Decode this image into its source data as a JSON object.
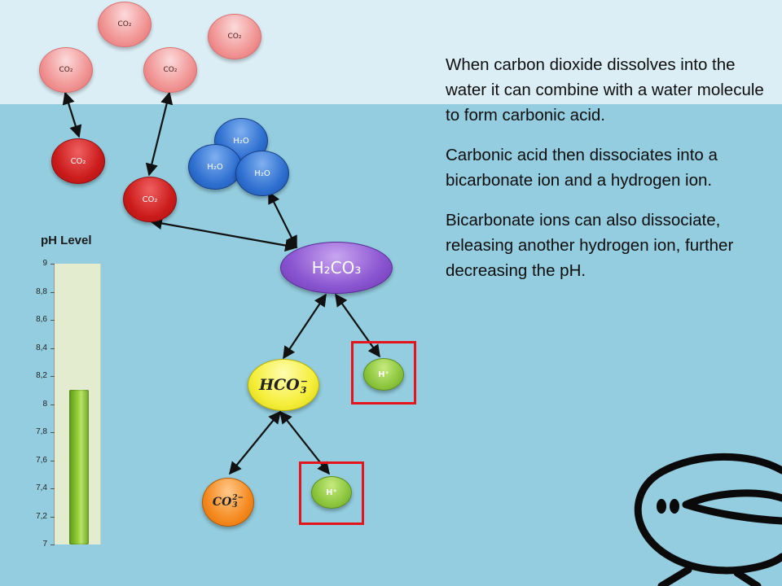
{
  "molecules": {
    "co2_air": [
      "CO₂",
      "CO₂",
      "CO₂",
      "CO₂"
    ],
    "co2_water": [
      "CO₂",
      "CO₂"
    ],
    "h2o": [
      "H₂O",
      "H₂O",
      "H₂O"
    ],
    "h2co3": "H₂CO₃",
    "hco3_base": "HCO",
    "hco3_sub": "3",
    "hco3_sup": "−",
    "co3_base": "CO",
    "co3_sub": "3",
    "co3_sup": "2−",
    "h_ion_1": "H⁺",
    "h_ion_2": "H⁺"
  },
  "ph_chart": {
    "title": "pH Level",
    "ticks": [
      "9",
      "8,8",
      "8,6",
      "8,4",
      "8,2",
      "8",
      "7,8",
      "7,6",
      "7,4",
      "7,2",
      "7"
    ],
    "min": 7,
    "max": 9,
    "value": 8.1
  },
  "explanation": [
    "When carbon dioxide dissolves into the water it can combine with a water molecule to form carbonic acid.",
    "Carbonic acid then dissociates into a bicarbonate ion and a hydrogen ion.",
    "Bicarbonate ions can also  dissociate, releasing another hydrogen ion, further decreasing the pH."
  ],
  "colors": {
    "air": "#dbeef5",
    "water": "#93cddf",
    "co2_air": "#f29a9a",
    "co2_water": "#cc1c1c",
    "h2o": "#2f70d0",
    "h2co3": "#8a55d0",
    "bicarbonate": "#f5ee3a",
    "carbonate": "#f58a20",
    "hydrogen_ion": "#8cc63e",
    "highlight_box": "#e5141a"
  }
}
